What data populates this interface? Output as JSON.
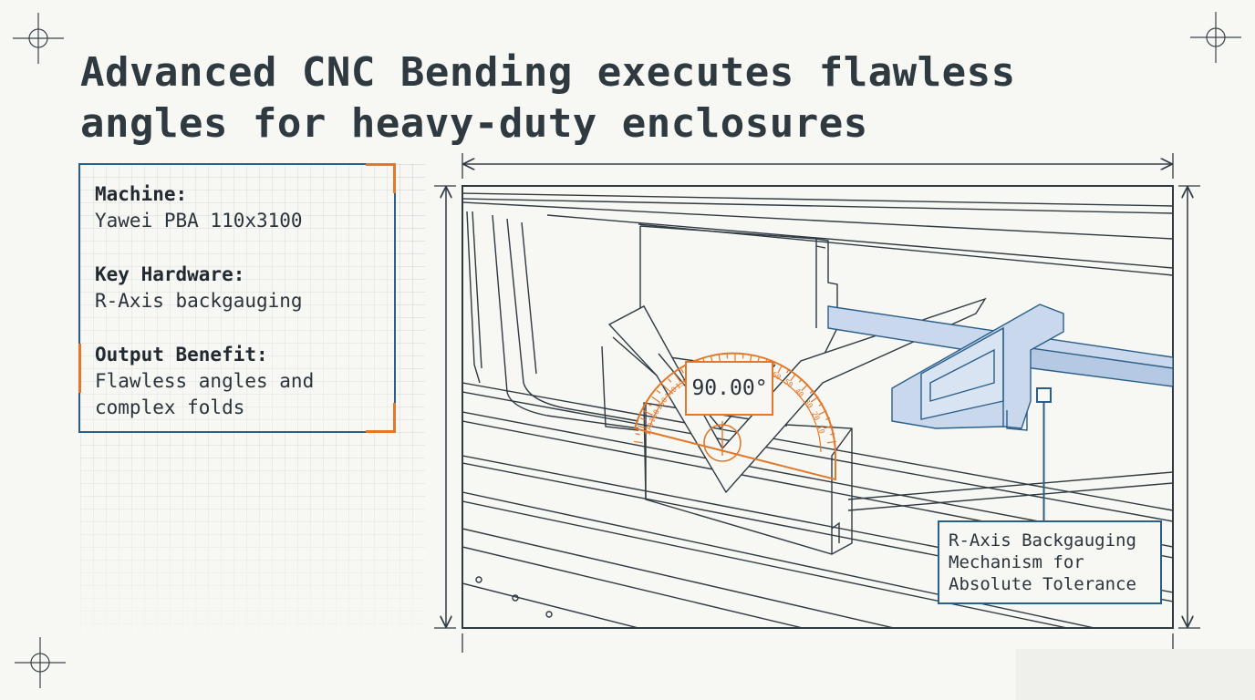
{
  "title": "Advanced CNC Bending executes flawless angles for heavy-duty enclosures",
  "specs": [
    {
      "label": "Machine:",
      "value": "Yawei PBA 110x3100"
    },
    {
      "label": "Key Hardware:",
      "value": "R-Axis backgauging"
    },
    {
      "label": "Output Benefit:",
      "value": "Flawless angles and complex folds"
    }
  ],
  "diagram": {
    "angle_readout": "90.00°",
    "protractor_ticks": [
      "10",
      "20",
      "30",
      "40",
      "50",
      "60",
      "70",
      "80",
      "90",
      "100",
      "110",
      "120",
      "130",
      "140",
      "150",
      "160",
      "170"
    ],
    "callout": {
      "lines": [
        "R-Axis Backgauging",
        "Mechanism for",
        "Absolute Tolerance"
      ]
    }
  },
  "colors": {
    "line": "#2f3a42",
    "blueprint_blue": "#2a5f8a",
    "backgauge_fill": "#c9d8ec",
    "accent_orange": "#e2782a",
    "background": "#f7f7f3"
  }
}
